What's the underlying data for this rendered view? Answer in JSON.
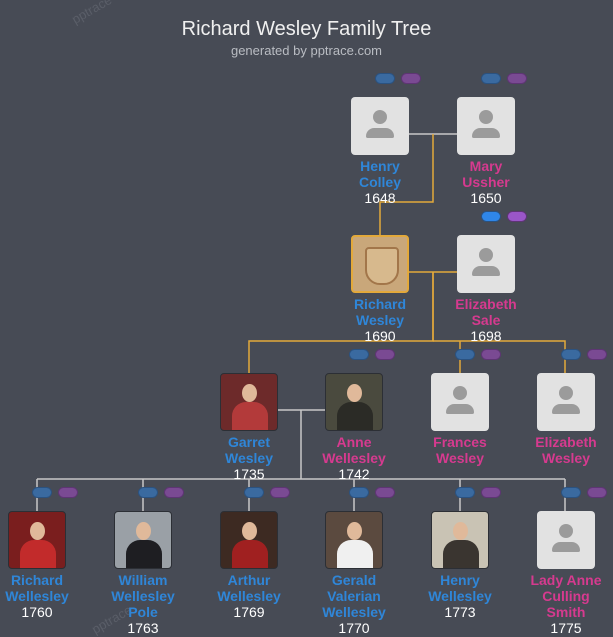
{
  "header": {
    "title": "Richard Wesley Family Tree",
    "subtitle": "generated by pptrace.com",
    "watermark": "pptrace"
  },
  "colors": {
    "background": "#474b55",
    "male_name": "#2f86d8",
    "female_name": "#d63a8f",
    "lineage_line": "#e3a93b",
    "relation_line": "#c8c8c8",
    "focus_border": "#e3a93b"
  },
  "people": {
    "henry_colley": {
      "name": [
        "Henry",
        "Colley"
      ],
      "year": "1648",
      "gender": "male",
      "photo": "placeholder"
    },
    "mary_ussher": {
      "name": [
        "Mary",
        "Ussher"
      ],
      "year": "1650",
      "gender": "female",
      "photo": "placeholder"
    },
    "richard_wesley": {
      "name": [
        "Richard",
        "Wesley"
      ],
      "year": "1690",
      "gender": "male",
      "photo": "coat-of-arms",
      "focus": true
    },
    "elizabeth_sale": {
      "name": [
        "Elizabeth",
        "Sale"
      ],
      "year": "1698",
      "gender": "female",
      "photo": "placeholder"
    },
    "garret_wesley": {
      "name": [
        "Garret",
        "Wesley"
      ],
      "year": "1735",
      "gender": "male",
      "photo": "portrait"
    },
    "anne_wellesley": {
      "name": [
        "Anne",
        "Wellesley"
      ],
      "year": "1742",
      "gender": "female",
      "photo": "portrait"
    },
    "frances_wesley": {
      "name": [
        "Frances",
        "Wesley"
      ],
      "year": "",
      "gender": "female",
      "photo": "placeholder"
    },
    "elizabeth_wesley": {
      "name": [
        "Elizabeth",
        "Wesley"
      ],
      "year": "",
      "gender": "female",
      "photo": "placeholder"
    },
    "richard_wellesley": {
      "name": [
        "Richard",
        "Wellesley"
      ],
      "year": "1760",
      "gender": "male",
      "photo": "portrait"
    },
    "william_wellesley_pole": {
      "name": [
        "William",
        "Wellesley",
        "Pole"
      ],
      "year": "1763",
      "gender": "male",
      "photo": "portrait"
    },
    "arthur_wellesley": {
      "name": [
        "Arthur",
        "Wellesley"
      ],
      "year": "1769",
      "gender": "male",
      "photo": "portrait"
    },
    "gerald_valerian_wellesley": {
      "name": [
        "Gerald",
        "Valerian",
        "Wellesley"
      ],
      "year": "1770",
      "gender": "male",
      "photo": "portrait"
    },
    "henry_wellesley": {
      "name": [
        "Henry",
        "Wellesley"
      ],
      "year": "1773",
      "gender": "male",
      "photo": "portrait"
    },
    "lady_anne_culling_smith": {
      "name": [
        "Lady Anne",
        "Culling",
        "Smith"
      ],
      "year": "1775",
      "gender": "female",
      "photo": "placeholder"
    }
  },
  "icons": {
    "expand_parents": "parents-toggle-icon",
    "expand_children": "children-toggle-icon",
    "placeholder": "person-silhouette-icon"
  }
}
